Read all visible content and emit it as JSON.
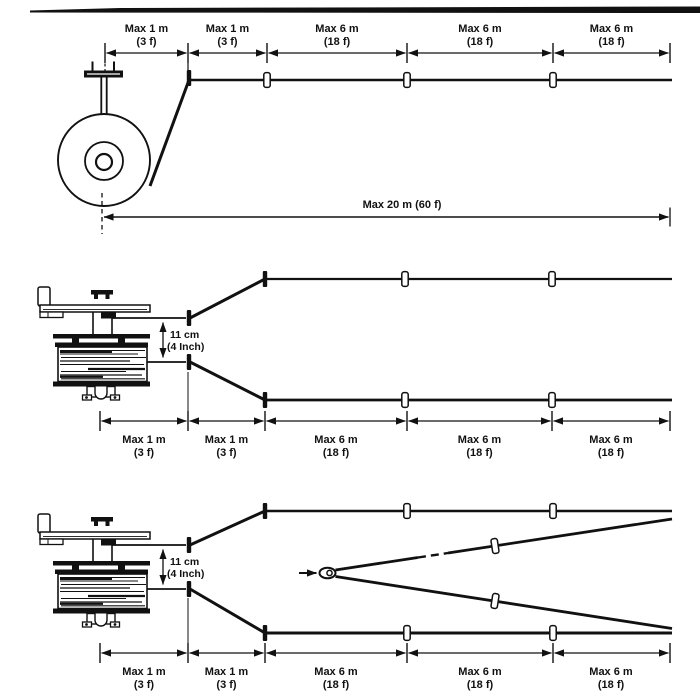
{
  "colors": {
    "ink": "#111111",
    "paper": "#ffffff"
  },
  "diagrams": [
    {
      "id": "single-cable-from-pulley",
      "segments": [
        {
          "label": "Max 1 m",
          "sub": "(3 f)"
        },
        {
          "label": "Max 1 m",
          "sub": "(3 f)"
        },
        {
          "label": "Max 6 m",
          "sub": "(18 f)"
        },
        {
          "label": "Max 6 m",
          "sub": "(18 f)"
        },
        {
          "label": "Max 6 m",
          "sub": "(18 f)"
        }
      ],
      "total_label": "Max 20 m (60 f)"
    },
    {
      "id": "winch-two-parallel-cables",
      "segments": [
        {
          "label": "Max 1 m",
          "sub": "(3 f)"
        },
        {
          "label": "Max 1 m",
          "sub": "(3 f)"
        },
        {
          "label": "Max 6 m",
          "sub": "(18 f)"
        },
        {
          "label": "Max 6 m",
          "sub": "(18 f)"
        },
        {
          "label": "Max 6 m",
          "sub": "(18 f)"
        }
      ],
      "offset": {
        "value": "11 cm",
        "sub": "(4 Inch)"
      }
    },
    {
      "id": "winch-two-cables-with-towed-bridle",
      "segments": [
        {
          "label": "Max 1 m",
          "sub": "(3 f)"
        },
        {
          "label": "Max 1 m",
          "sub": "(3 f)"
        },
        {
          "label": "Max 6 m",
          "sub": "(18 f)"
        },
        {
          "label": "Max 6 m",
          "sub": "(18 f)"
        },
        {
          "label": "Max 6 m",
          "sub": "(18 f)"
        }
      ],
      "offset": {
        "value": "11 cm",
        "sub": "(4 Inch)"
      }
    }
  ]
}
